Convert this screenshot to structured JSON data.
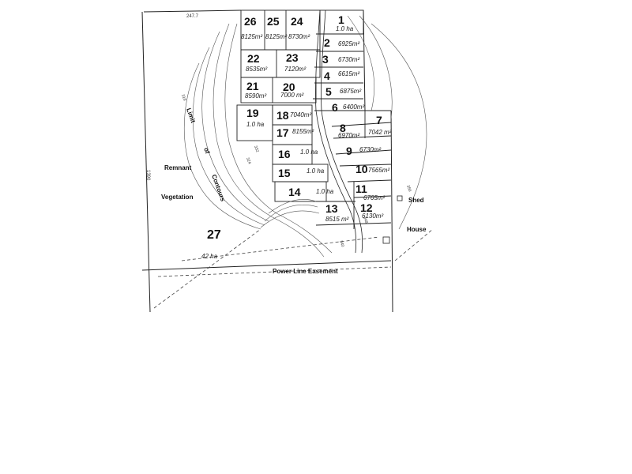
{
  "plan": {
    "top_dimension": "247.7",
    "left_dimension": "1390",
    "labels": {
      "remnant": "Remnant",
      "vegetation": "Vegetation",
      "limit": "Limit",
      "of": "of",
      "contours": "Contours",
      "shed": "Shed",
      "house": "House",
      "easement": "Power Line Easement",
      "lot27_area": "42 ha"
    },
    "lots": [
      {
        "num": "1",
        "area": "1.0 ha"
      },
      {
        "num": "2",
        "area": "6925m²"
      },
      {
        "num": "3",
        "area": "6730m²"
      },
      {
        "num": "4",
        "area": "6615m²"
      },
      {
        "num": "5",
        "area": "6875m²"
      },
      {
        "num": "6",
        "area": "6400m²"
      },
      {
        "num": "7",
        "area": "7042 m²"
      },
      {
        "num": "8",
        "area": "6970m²"
      },
      {
        "num": "9",
        "area": "6730m²"
      },
      {
        "num": "10",
        "area": "7565m²"
      },
      {
        "num": "11",
        "area": "6765m²"
      },
      {
        "num": "12",
        "area": "6130m²"
      },
      {
        "num": "13",
        "area": "8515 m²"
      },
      {
        "num": "14",
        "area": "1.0 ha"
      },
      {
        "num": "15",
        "area": "1.0 ha"
      },
      {
        "num": "16",
        "area": "1.0 ha"
      },
      {
        "num": "17",
        "area": "8155m²"
      },
      {
        "num": "18",
        "area": "7040m²"
      },
      {
        "num": "19",
        "area": "1.0 ha"
      },
      {
        "num": "20",
        "area": "7000 m²"
      },
      {
        "num": "21",
        "area": "8590m²"
      },
      {
        "num": "22",
        "area": "8535m²"
      },
      {
        "num": "23",
        "area": "7120m²"
      },
      {
        "num": "24",
        "area": "8730m²"
      },
      {
        "num": "25",
        "area": "8125m²"
      },
      {
        "num": "26",
        "area": "8125m²"
      },
      {
        "num": "27",
        "area": ""
      }
    ],
    "contour_labels": [
      "316",
      "324",
      "332",
      "340",
      "348",
      "356"
    ]
  }
}
